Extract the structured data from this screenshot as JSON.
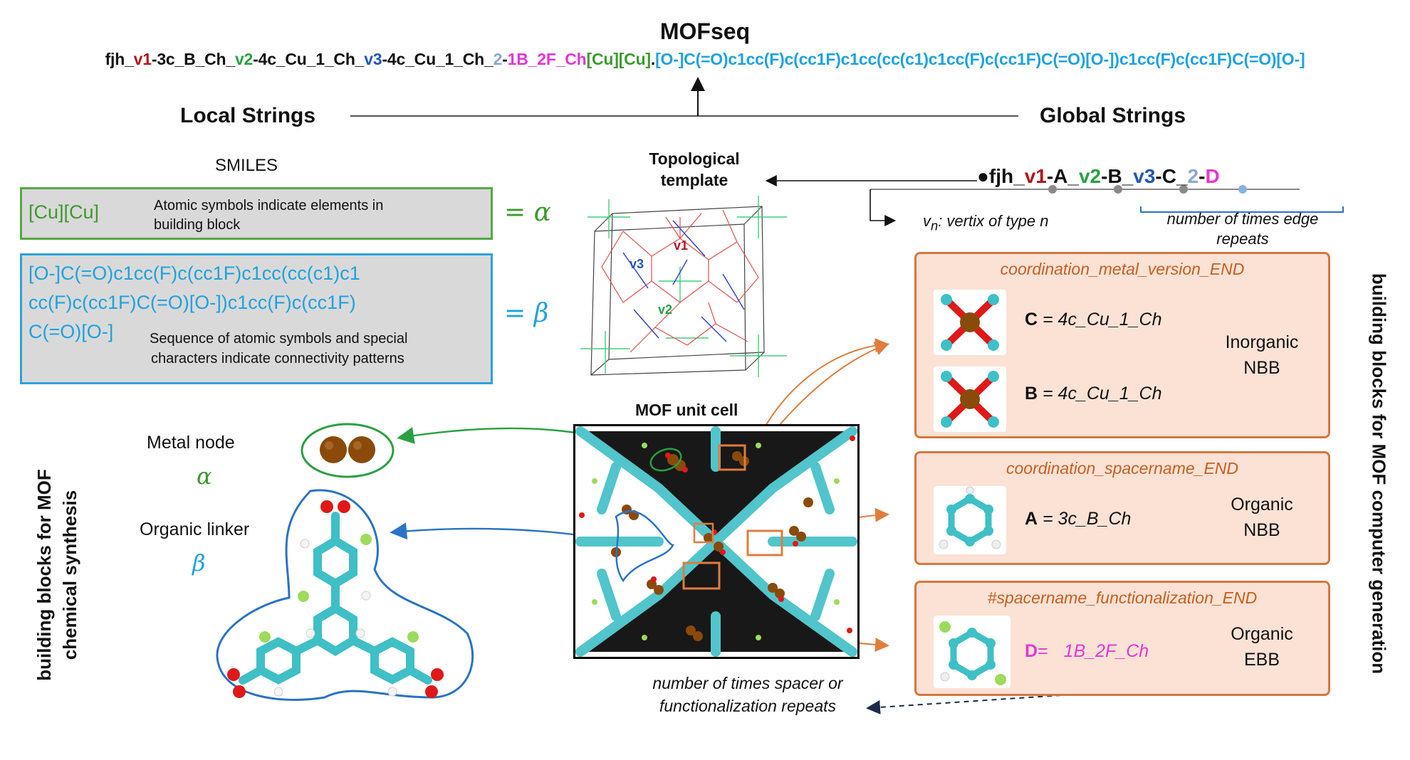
{
  "title": "MOFseq",
  "mofseq": {
    "p1": "fjh_",
    "v1": "v1",
    "p2": "-3c_B_Ch_",
    "v2": "v2",
    "p3": "-4c_Cu_1_Ch_",
    "v3": "v3",
    "p4": "-4c_Cu_1_Ch_",
    "e2": "2",
    "dash": "-",
    "fn": "1B_2F_Ch",
    "cu": "[Cu][Cu]",
    "dot": ".",
    "smiles": "[O-]C(=O)c1cc(F)c(cc1F)c1cc(cc(c1)c1cc(F)c(cc1F)C(=O)[O-])c1cc(F)c(cc1F)C(=O)[O-]"
  },
  "headers": {
    "local": "Local Strings",
    "global": "Global Strings",
    "smiles": "SMILES",
    "topological": "Topological",
    "template": "template",
    "unit_cell": "MOF unit cell"
  },
  "smiles_boxes": {
    "cu_code": "[Cu][Cu]",
    "cu_desc_1": "Atomic symbols indicate elements in",
    "cu_desc_2": "building block",
    "alpha_eq": "= α",
    "linker_l1": "[O-]C(=O)c1cc(F)c(cc1F)c1cc(cc(c1)c1",
    "linker_l2": "cc(F)c(cc1F)C(=O)[O-])c1cc(F)c(cc1F)",
    "linker_l3": "C(=O)[O-]",
    "linker_desc_1": "Sequence of atomic symbols and special",
    "linker_desc_2": "characters indicate connectivity patterns",
    "beta_eq": "= β"
  },
  "global": {
    "bullet": "●",
    "p1": "fjh_",
    "v1": "v1",
    "A": "-A_",
    "v2": "v2",
    "B": "-B_",
    "v3": "v3",
    "C": "-C_",
    "e2": "2",
    "dash": "-",
    "D": "D",
    "vn_v": "v",
    "vn_sub": "n",
    "vn_rest": ": vertix of type n",
    "edge_1": "number of times edge",
    "edge_2": "repeats"
  },
  "template_labels": {
    "v1": "v1",
    "v2": "v2",
    "v3": "v3"
  },
  "panels": {
    "metal": {
      "title": "coordination_metal_version_END",
      "c_letter": "C",
      "c_eq": "= 4c_Cu_1_Ch",
      "b_letter": "B",
      "b_eq": "= 4c_Cu_1_Ch",
      "kind_1": "Inorganic",
      "kind_2": "NBB"
    },
    "spacer": {
      "title": "coordination_spacername_END",
      "a_letter": "A",
      "a_eq": "= 3c_B_Ch",
      "kind_1": "Organic",
      "kind_2": "NBB"
    },
    "func": {
      "title": "#spacername_functionalization_END",
      "d_letter": "D",
      "d_eq": "=",
      "d_val": "1B_2F_Ch",
      "kind_1": "Organic",
      "kind_2": "EBB"
    }
  },
  "left": {
    "metal_node": "Metal node",
    "alpha": "α",
    "organic_linker": "Organic linker",
    "beta": "β",
    "vertical_1": "building blocks for  MOF",
    "vertical_2": "chemical synthesis"
  },
  "right_vertical": "building blocks for MOF computer generation",
  "bottom_note": {
    "l1": "number of times spacer or",
    "l2": "functionalization repeats"
  },
  "colors": {
    "teal": "#3fbfc6",
    "cu": "#8a4a0a",
    "oxygen": "#e01818",
    "fluorine": "#9cdb5c",
    "hydrogen": "#f2f2f2",
    "panel_border": "#d5773f",
    "panel_fill": "#fbe2d5"
  }
}
